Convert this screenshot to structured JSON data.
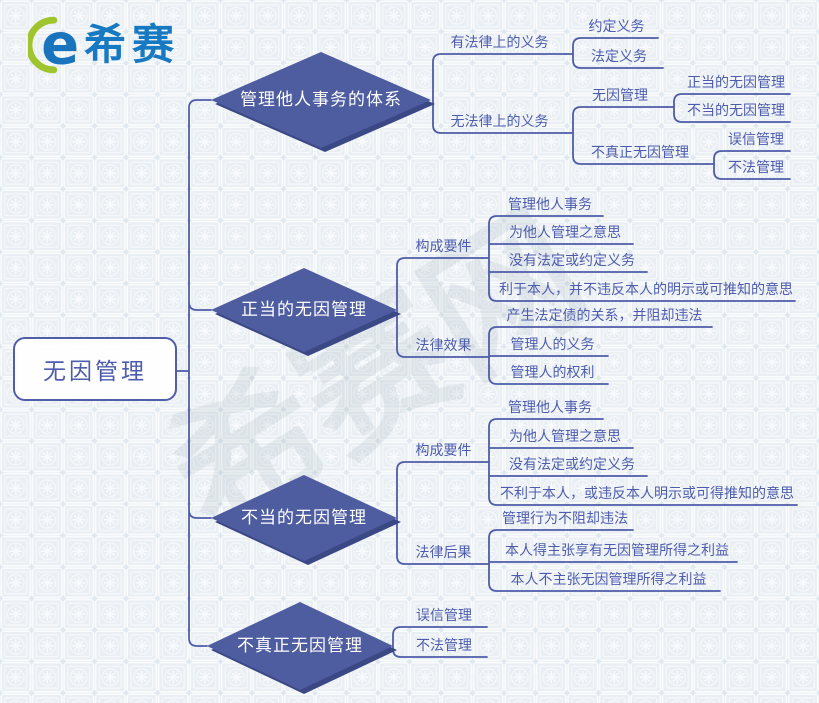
{
  "page": {
    "bg": "#eef2f5",
    "line_color": "#4e5ca8",
    "label_color": "#4d5cae",
    "diamond_fill": "#4e5ca0",
    "diamond_shadow": "#3b4886"
  },
  "logo": {
    "brand": "希赛",
    "icon_letter": "e",
    "blue": "#1779c1",
    "green": "#9fc42e"
  },
  "watermark": {
    "text": "希赛网"
  },
  "root": {
    "label": "无因管理"
  },
  "branches": [
    {
      "label": "管理他人事务的体系",
      "children": [
        {
          "label": "有法律上的义务",
          "children": [
            {
              "label": "约定义务"
            },
            {
              "label": "法定义务"
            }
          ]
        },
        {
          "label": "无法律上的义务",
          "children": [
            {
              "label": "无因管理",
              "children": [
                {
                  "label": "正当的无因管理"
                },
                {
                  "label": "不当的无因管理"
                }
              ]
            },
            {
              "label": "不真正无因管理",
              "children": [
                {
                  "label": "误信管理"
                },
                {
                  "label": "不法管理"
                }
              ]
            }
          ]
        }
      ]
    },
    {
      "label": "正当的无因管理",
      "children": [
        {
          "label": "构成要件",
          "children": [
            {
              "label": "管理他人事务"
            },
            {
              "label": "为他人管理之意思"
            },
            {
              "label": "没有法定或约定义务"
            },
            {
              "label": "利于本人，并不违反本人的明示或可推知的意思"
            }
          ]
        },
        {
          "label": "法律效果",
          "children": [
            {
              "label": "产生法定债的关系，并阻却违法"
            },
            {
              "label": "管理人的义务"
            },
            {
              "label": "管理人的权利"
            }
          ]
        }
      ]
    },
    {
      "label": "不当的无因管理",
      "children": [
        {
          "label": "构成要件",
          "children": [
            {
              "label": "管理他人事务"
            },
            {
              "label": "为他人管理之意思"
            },
            {
              "label": "没有法定或约定义务"
            },
            {
              "label": "不利于本人，或违反本人明示或可得推知的意思"
            }
          ]
        },
        {
          "label": "法律后果",
          "children": [
            {
              "label": "管理行为不阻却违法"
            },
            {
              "label": "本人得主张享有无因管理所得之利益"
            },
            {
              "label": "本人不主张无因管理所得之利益"
            }
          ]
        }
      ]
    },
    {
      "label": "不真正无因管理",
      "children": [
        {
          "label": "误信管理"
        },
        {
          "label": "不法管理"
        }
      ]
    }
  ]
}
